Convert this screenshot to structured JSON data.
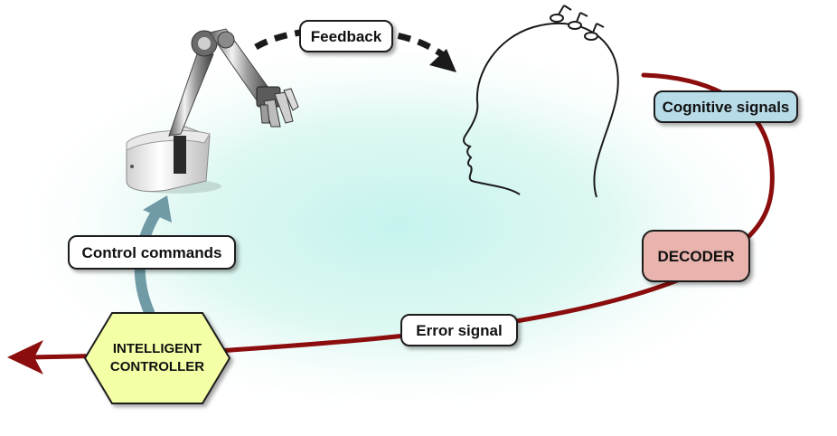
{
  "labels": {
    "feedback": "Feedback",
    "cognitive_signals": "Cognitive signals",
    "decoder": "DECODER",
    "error_signal": "Error signal",
    "control_commands": "Control commands",
    "controller_line1": "INTELLIGENT",
    "controller_line2": "CONTROLLER"
  },
  "colors": {
    "loop_arrow": "#8b0d0d",
    "command_arrow": "#6f9aa6",
    "decoder_fill": "#e9b4ae",
    "cognitive_fill": "#b8dbe8",
    "controller_fill": "#f5ffa6",
    "glow": "#c9f2ee"
  }
}
